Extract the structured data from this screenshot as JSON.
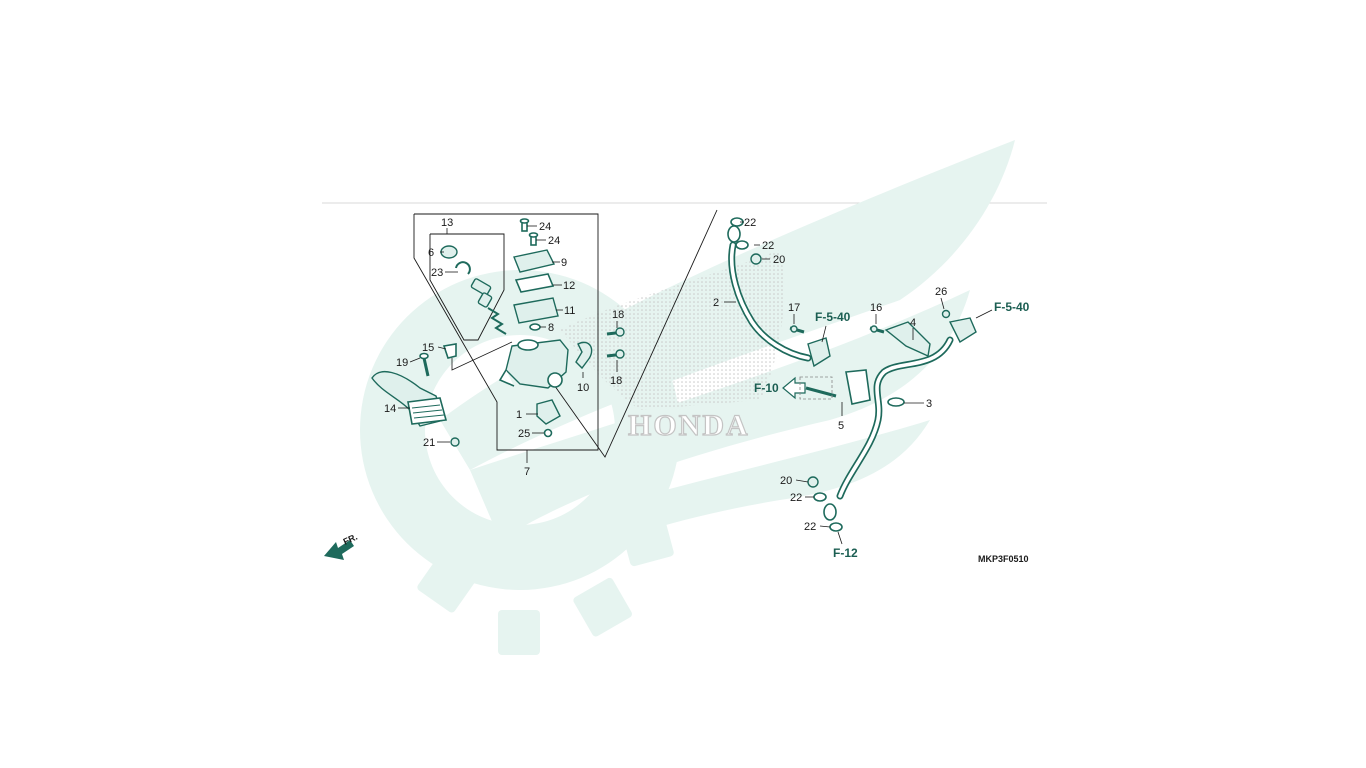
{
  "diagram": {
    "drawing_code": "MKP3F0510",
    "watermark_brand": "HONDA",
    "direction_label": "FR.",
    "top_rule": true,
    "colors": {
      "line_teal": "#1e6a5c",
      "watermark_mint": "#e6f4f0",
      "text": "#1a1a1a",
      "divider": "#d8d8d8"
    },
    "callouts": [
      "13",
      "24",
      "24",
      "6",
      "9",
      "23",
      "12",
      "11",
      "8",
      "15",
      "19",
      "14",
      "1",
      "25",
      "21",
      "7",
      "10",
      "18",
      "18",
      "22",
      "22",
      "20",
      "2",
      "17",
      "16",
      "4",
      "26",
      "5",
      "3",
      "20",
      "22",
      "22"
    ],
    "references": [
      "F-5-40",
      "F-5-40",
      "F-10",
      "F-12"
    ]
  }
}
